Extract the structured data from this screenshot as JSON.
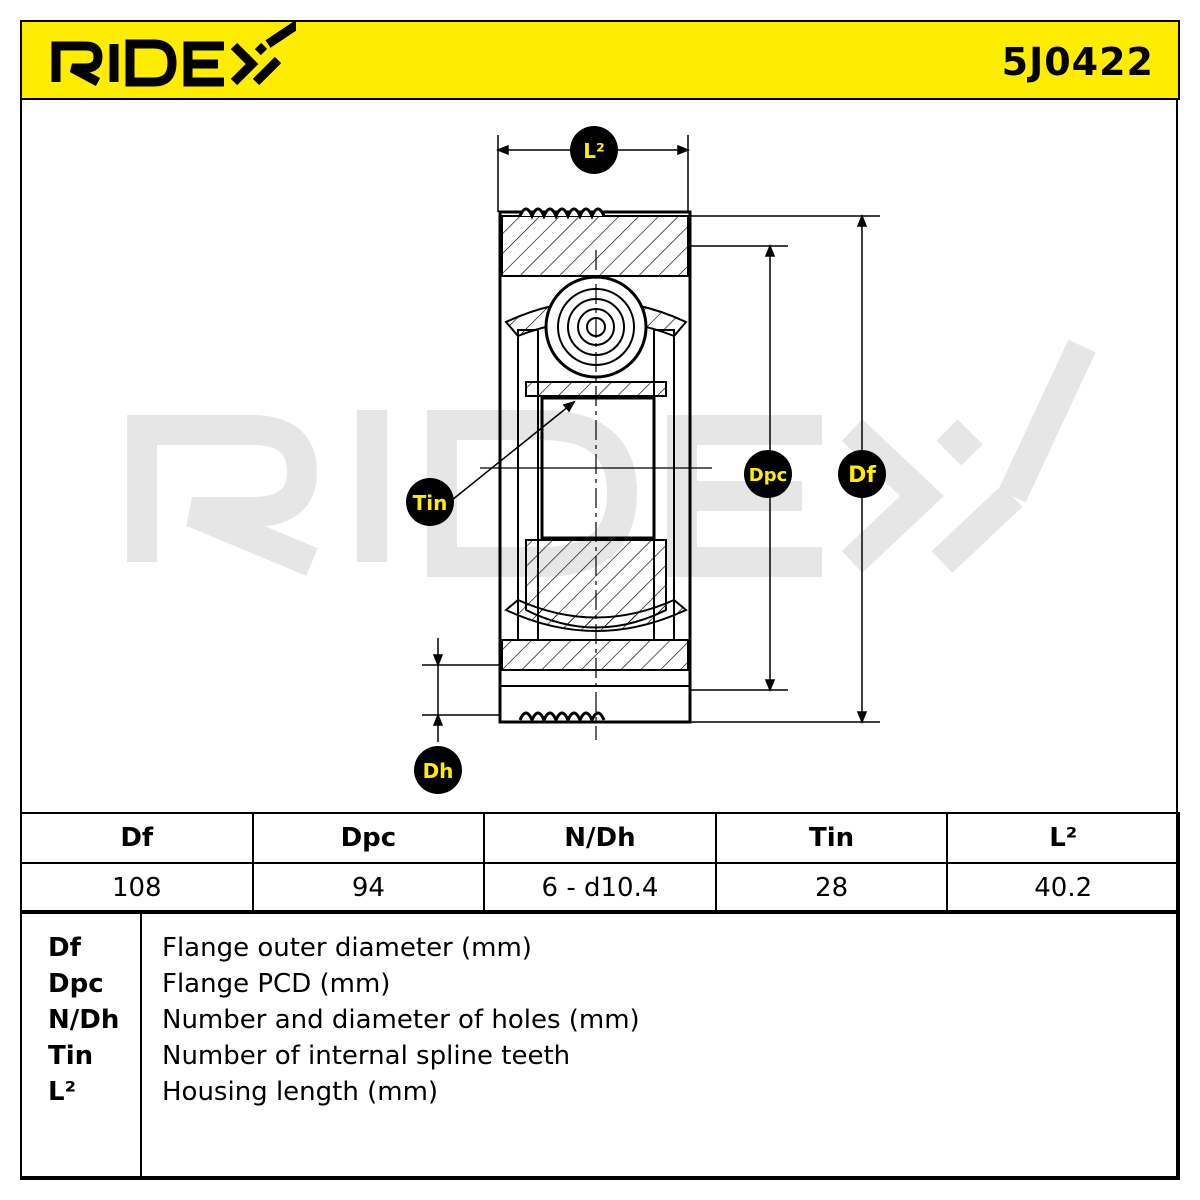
{
  "brand": "RIDEX",
  "part_number": "5J0422",
  "colors": {
    "brand_yellow": "#ffed00",
    "watermark_gray": "#e6e6e6",
    "line": "#000000"
  },
  "drawing_labels": {
    "l2": "L²",
    "dpc": "Dpc",
    "df": "Df",
    "tin": "Tin",
    "dh": "Dh"
  },
  "specs": {
    "headers": [
      "Df",
      "Dpc",
      "N/Dh",
      "Tin",
      "L²"
    ],
    "values": [
      "108",
      "94",
      "6 - d10.4",
      "28",
      "40.2"
    ]
  },
  "legend": [
    {
      "key": "Df",
      "description": "Flange outer diameter (mm)"
    },
    {
      "key": "Dpc",
      "description": "Flange PCD (mm)"
    },
    {
      "key": "N/Dh",
      "description": "Number and diameter of holes (mm)"
    },
    {
      "key": "Tin",
      "description": "Number of internal spline teeth"
    },
    {
      "key": "L²",
      "description": "Housing length (mm)"
    }
  ]
}
